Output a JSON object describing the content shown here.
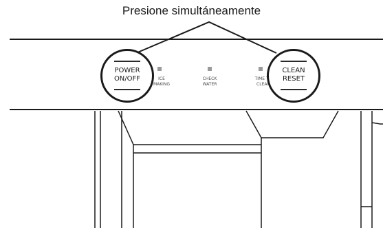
{
  "instruction": "Presione simultáneamente",
  "buttons": {
    "power": {
      "line1": "POWER",
      "line2": "ON/OFF"
    },
    "clean": {
      "line1": "CLEAN",
      "line2": "RESET"
    }
  },
  "indicators": {
    "ice_making": {
      "line1": "ICE",
      "line2": "MAKING"
    },
    "check_water": {
      "line1": "CHECK",
      "line2": "WATER"
    },
    "time_to_clean": {
      "line1": "TIME TO",
      "line2": "CLEAN"
    }
  },
  "colors": {
    "line": "#1a1a1a",
    "indicator": "#9a9a9a",
    "panel_text": "#4a4a4a"
  }
}
